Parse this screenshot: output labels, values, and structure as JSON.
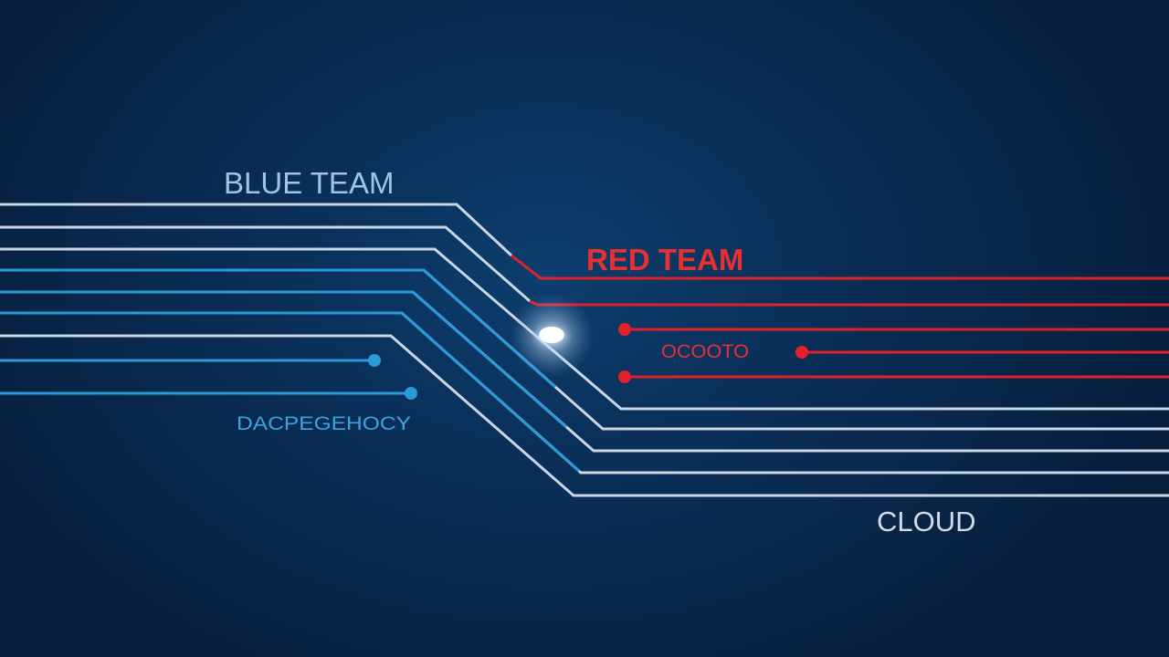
{
  "labels": {
    "blue_team": "BLUE TEAM",
    "red_team": "RED TEAM",
    "cloud": "CLOUD",
    "blue_small": "DACPEGEHOCY",
    "red_small": "OCOOTO"
  },
  "colors": {
    "white_line": "#c9d6e6",
    "blue_line": "#2a9ad8",
    "red_line": "#e2202a",
    "blue_text": "#9cc6e8",
    "red_text": "#e83030",
    "cloud_text": "#d2dce8",
    "small_blue_text": "#3aa3e0",
    "glow": "#ffffff"
  }
}
